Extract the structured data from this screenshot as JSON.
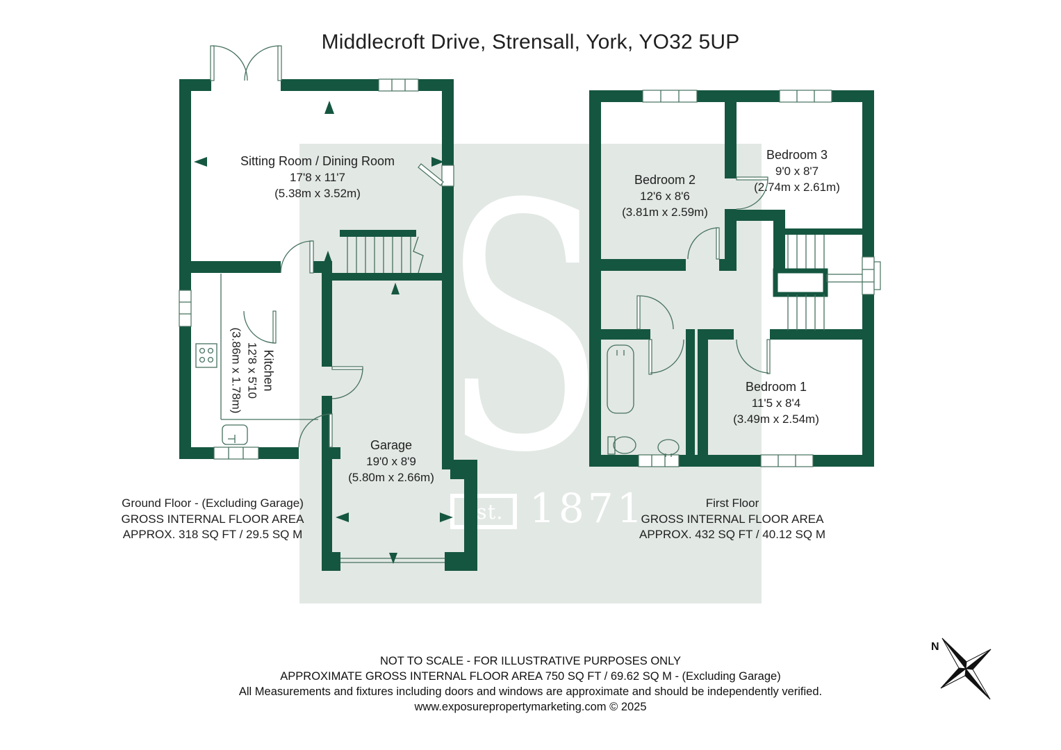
{
  "colors": {
    "wall": "#155640",
    "line": "#45705e",
    "watermark_bg": "#e2e8e4",
    "text": "#1f1f1f",
    "page_bg": "#ffffff",
    "watermark_fg": "#ffffff",
    "compass": "#111111"
  },
  "title": "Middlecroft Drive, Strensall, York, YO32 5UP",
  "watermark": {
    "letter": "S",
    "est_label": "est.",
    "year": "1871"
  },
  "ground_floor": {
    "rooms": {
      "sitting": {
        "name": "Sitting Room / Dining Room",
        "imperial": "17'8 x 11'7",
        "metric": "(5.38m x 3.52m)"
      },
      "kitchen": {
        "name": "Kitchen",
        "imperial": "12'8 x 5'10",
        "metric": "(3.86m x 1.78m)"
      },
      "garage": {
        "name": "Garage",
        "imperial": "19'0 x 8'9",
        "metric": "(5.80m x 2.66m)"
      }
    },
    "area_label": {
      "line1": "Ground Floor - (Excluding Garage)",
      "line2": "GROSS INTERNAL FLOOR AREA",
      "line3": "APPROX. 318 SQ FT / 29.5 SQ M"
    }
  },
  "first_floor": {
    "rooms": {
      "bedroom2": {
        "name": "Bedroom 2",
        "imperial": "12'6 x 8'6",
        "metric": "(3.81m x 2.59m)"
      },
      "bedroom3": {
        "name": "Bedroom 3",
        "imperial": "9'0 x 8'7",
        "metric": "(2.74m x 2.61m)"
      },
      "bedroom1": {
        "name": "Bedroom 1",
        "imperial": "11'5 x 8'4",
        "metric": "(3.49m x 2.54m)"
      }
    },
    "area_label": {
      "line1": "First Floor",
      "line2": "GROSS INTERNAL FLOOR AREA",
      "line3": "APPROX. 432 SQ FT / 40.12 SQ M"
    }
  },
  "compass": {
    "north_label": "N"
  },
  "footer": {
    "line1": "NOT TO SCALE - FOR ILLUSTRATIVE PURPOSES ONLY",
    "line2": "APPROXIMATE GROSS INTERNAL FLOOR AREA 750 SQ FT / 69.62 SQ M - (Excluding Garage)",
    "line3": "All Measurements and fixtures including doors and windows are approximate and should be independently verified.",
    "line4": "www.exposurepropertymarketing.com © 2025"
  }
}
